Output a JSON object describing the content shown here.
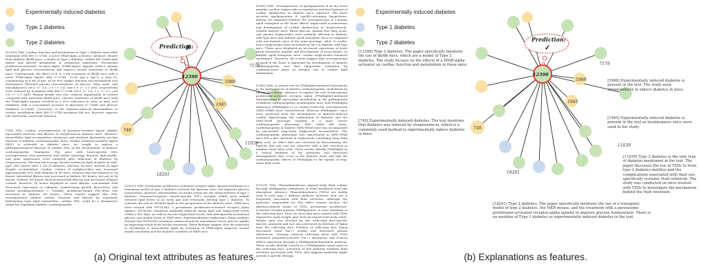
{
  "legend": [
    {
      "label": "Experimentally induced diabetes",
      "color": "#f9e0a2"
    },
    {
      "label": "Type 1 diabetes",
      "color": "#c9d8ef"
    },
    {
      "label": "Type 2 diabetes",
      "color": "#c7e2b5"
    }
  ],
  "colors": {
    "edge": "#111111",
    "center_ring": "#e53935",
    "cloud_outline": "#d32f2f"
  },
  "panel_a": {
    "prediction_label": "Prediction:",
    "prediction_mark": "✗",
    "center_node": "12390",
    "nodes": [
      "5988",
      "7179",
      "1945",
      "749",
      "18201",
      "11039"
    ],
    "texts": {
      "t12390": "[12390] Title: Cardiac function and metabolism in Type 2 diabetic mice after treatment with BM 17.0744, a novel PPAR-alpha activator. Abstract: Hearts from diabetic db/db mice, a model of Type 2 diabetes, exhibit left ventricular failure and altered metabolism of exogenous substrates. Peroxisome proliferator-activated receptor-alpha (PPAR-alpha) ligands reduce plasma lipid and glucose concentrations and improve insulin sensitivity in db/db mice. Consequently, the effect of 4- to 5-wk treatment of db/db mice with a novel PPAR-alpha ligand (BM 17.0744, 25-38 mg x kg(-1) x day(-1)), commencing at 8 wk of age, on ex vivo cardiac function and metabolism was determined. Elevated plasma concentrations of glucose, fatty acids, and triacylglycerol (36.0 +/- 3.6, 2.0 +/- 0.4, and 0.9 +/- 0.1 mM, respectively) were reduced by treatment with BM 17.0744 (18.0 +/- 1.6, 1.1 +/- 0.1, and 0.6 +/- 0.1 mM). Plasma insulin was also reduced significantly in treated compared with untreated db/db mice. Chronic treatment of db/db mice with the PPAR-alpha agonist resulted in a 50% reduction in rates of fatty acid oxidation, with a concomitant increase in glycolysis (1.7-fold) and glucose oxidation (2.5-fold). Correction of the diabetes-induced abnormalities in cardiac metabolism after BM 17.0744 treatment did not, however, improve left ventricular contractile function.",
      "t749": "[749] Title: Cardiac overexpression of hormone-sensitive lipase inhibits myocardial steatosis and fibrosis in streptozotocin diabetic mice. Abstract: Intracellular lipid accumulation (steatosis) and resultant lipotoxicity are key features of diabetic cardiomyopathy. Since cardiac hormone-sensitive lipase (HSL) is activated in diabetic mice, we sought to explore a pathophysiological function of cardiac HSL in the development of diabetic cardiomyopathy. Transgenic (Tg) mice with heart-specific HSL overexpression were generated, and cardiac histology, function, lipid profile, and gene expressions were analyzed after induction of diabetes by streptozotocin. Electron microscopy showed numerous lipid droplets in wild-type (Wt) hearts after 1 wk of diabetes, whereas Tg mice showed no lipid droplet accumulation. Cardiac content of acylglycerides was increased approximately 50% with diabetes in Wt mice, whereas this was blunted in Tg hearts. Interstitial fibrosis was increased in diabetic Wt hearts, but not in Tg hearts. Diabetic Wt hearts showed interstitial fibrosis and increased collagen content. However, Tg hearts displayed no overt fibrosis, concomitant with decreased expression of collagens, transforming growth factor-beta, and matrix metalloproteinase 2. Notably, membrane-bound PKC-delta was increased in diabetic Wt hearts. These results suggest that HSL overexpression inhibits cardiac steatosis and fibrosis by separately hydrolyzing toxic lipid metabolites, cardiac HSL could be a therapeutic target for regulating diabetic cardiomyopathy.",
      "t5988": "[5988] Title: Overexpression of apolipoprotein B in the heart impedes cardiac triglyceride accumulation and development of cardiac dysfunction in diabetic mice. Abstract: The heart secretes apolipoprotein B (apoB)-containing lipoproteins. Herein, we examined whether the overexpression of a human apoB transgene in the heart affects triglyceride accumulation and development of cardiac dysfunction in streptozotocin-treated diabetic mice. Blood glucose, plasma free fatty acids, and plasma triglycerides were similarly affected in diabetic wild type mice and diabetic apoB transgenic mice as compared with non-diabetic mice of the same genotype. After 12 weeks, heart triglycerides were increased by 48% in diabetic wild type mice. These mice displayed an increased expression of heart atrial natriuretic peptide and development of heart failure. In diabetic apoB transgenic mice, cardiac triglycerides remained unchanged. Therefore, the results suggest that overexpression of apoB in the heart is important for development of diabetic cardiomyopathy and that lipoprotein formation by cardiomyocytes plays an integral role in cardiac lipid metabolism.",
      "t1945": "[1945] Title: A critical role for PPARalpha-mediated lipotoxicity in the pathogenesis of diabetic cardiomyopathy: modulation by dietary fat content. Abstract: To explore the role of peroxisome proliferator-activated receptor alpha (PPARalpha)-mediated derangements in myocardial metabolism in the pathogenesis of diabetic cardiomyopathy, insulinopenic mice with PPARalpha deficiency (PPARalpha-/-) or cardiac-restricted overexpression (MHC-PPAR) were characterized. Whereas PPARalpha-/- mice were protected from the development of diabetes-induced cardiac hypertrophy, the combination of diabetes and the MHC-PPAR genotype resulted in a more severe cardiomyopathic phenotype than either did alone. Cardiomyopathy in diabetic MHC-PPAR mice was accompanied by myocardial long-chain triglyceride accumulation. The cardiomyopathic phenotype was exacerbated in MHC-PPAR mice fed a diet enriched in triglyceride containing long-chain fatty acid, an effect that was reversed by discontinuing the high-fat diet and was not observed with a diet enriched in medium-chain fatty acids. These results identify PPARalpha as a critical mediator of the metabolic and functional derangements that occur in the diabetic heart and link the cardiomyopathic effects of PPARalpha to the uptake of long-chain fatty acids.",
      "t18201": "[18201] Title: Peroxisome proliferator-activated receptor-alpha agonist treatment in a transgenic model of type 2 diabetes reverses the lipotoxic state and improves glucose homeostasis. Abstract: Abnormalities in insulin action are the characteristics of type 2 diabetes. Dominant-negative muscle-specific IGF-I receptor (MKR) mice exhibit elevated lipid levels at an early age and eventually develop type 2 diabetes. To evaluate the role of elevated lipids in the progression of the diabetic state, MKR mice were treated with WY14,643, a peroxisome proliferator-activated receptor alpha agonist. WY14,643 treatment markedly reduced serum lipid and triglyceride levels within a few days, as well as muscle triglyceride levels, and subsequently normalized glucose and insulin levels in MKR mice. Hyperinsulinemic-euglycemic clamp analyses showed that WY14,643 treatment enhanced muscle and adipose tissue glucose uptake by improving whole-body insulin sensitivity. These findings suggest that the reduction in circulating or intracellular lipids by activation of PPAR-alpha improves overall insulin sensitivity and the diabetic condition of MKR mice.",
      "t11039": "[11039] Title: Thiazolidinediones expand body fluid volume through PPARgamma stimulation of ENaC-mediated renal salt absorption. Abstract: Thiazolidinediones (TZDs) are widely used to treat type 2 diabetes mellitus; however, their use is frequently associated with fluid retention. Although the pathways responsible for this effect remain unclear, the pharmacological target of TZDs, peroxisome proliferator-activated receptor-gamma (PPARgamma), is most abundant in the collecting duct. Here we show that mice treated with TZDs experience early weight gain from increased total body water. Weight gain was blocked by the collecting duct-specific diuretic amiloride and was also prevented by deletion of Pparg from the collecting duct. Deletion of collecting duct Pparg decreased renal Na(+) avidity and increased plasma aldosterone. Treating cultured collecting ducts with TZDs increased amiloride-sensitive Na(+) absorption and Scnn1g mRNA expression through a PPARgamma-dependent pathway. These results identify Scnn1g as a PPARgamma target gene in the collecting duct. Activation of this pathway mediates fluid retention associated with TZDs, and suggests amiloride might provide a specific therapy."
    },
    "caption": "(a) Original text attributes as features."
  },
  "panel_b": {
    "prediction_label": "Prediction:",
    "prediction_mark": "✓",
    "center_node": "12390",
    "nodes": [
      "5988",
      "7179",
      "1945",
      "749",
      "18201",
      "11039"
    ],
    "texts": {
      "t12390": "[12390] Type 2 diabetes. The paper specifically mentions the use of db/db mice, which are a model of Type 2 diabetes. The study focuses on the effects of a PPAR-alpha activator on cardiac function and metabolism in these mice.",
      "t749": "[749] Experimentally induced diabetes. The text mentions that diabetes was induced by streptozotocin, which is a commonly used method to experimentally induce diabetes in mice.",
      "t5988": "[5988] Experimentally induced diabetes is present in the text. The study used streptozotocin to induce diabetes in mice.",
      "t1945": "[1945] Experimentally induced diabetes is present in the text as insulinopenic mice were used in the study.",
      "t11039": "[11039] Type 2 diabetes is the only type of diabetes mentioned in the text. The paper discusses the use of TZDs to treat type 2 diabetes mellitus and the complications associated with their use, specifically systemic fluid retention. The study was conducted on mice treated with TZDs to investigate the mechanism behind the fluid retention.",
      "t18201": "[18201] Type 2 diabetes. The paper specifically mentions the use of a transgenic model of type 2 diabetes, the MKR mouse, and the treatment with a peroxisome proliferator-activated receptor-alpha agonist to improve glucose homeostasis. There is no mention of Type 1 diabetes or experimentally induced diabetes in the text."
    },
    "caption": "(b) Explanations as features."
  }
}
